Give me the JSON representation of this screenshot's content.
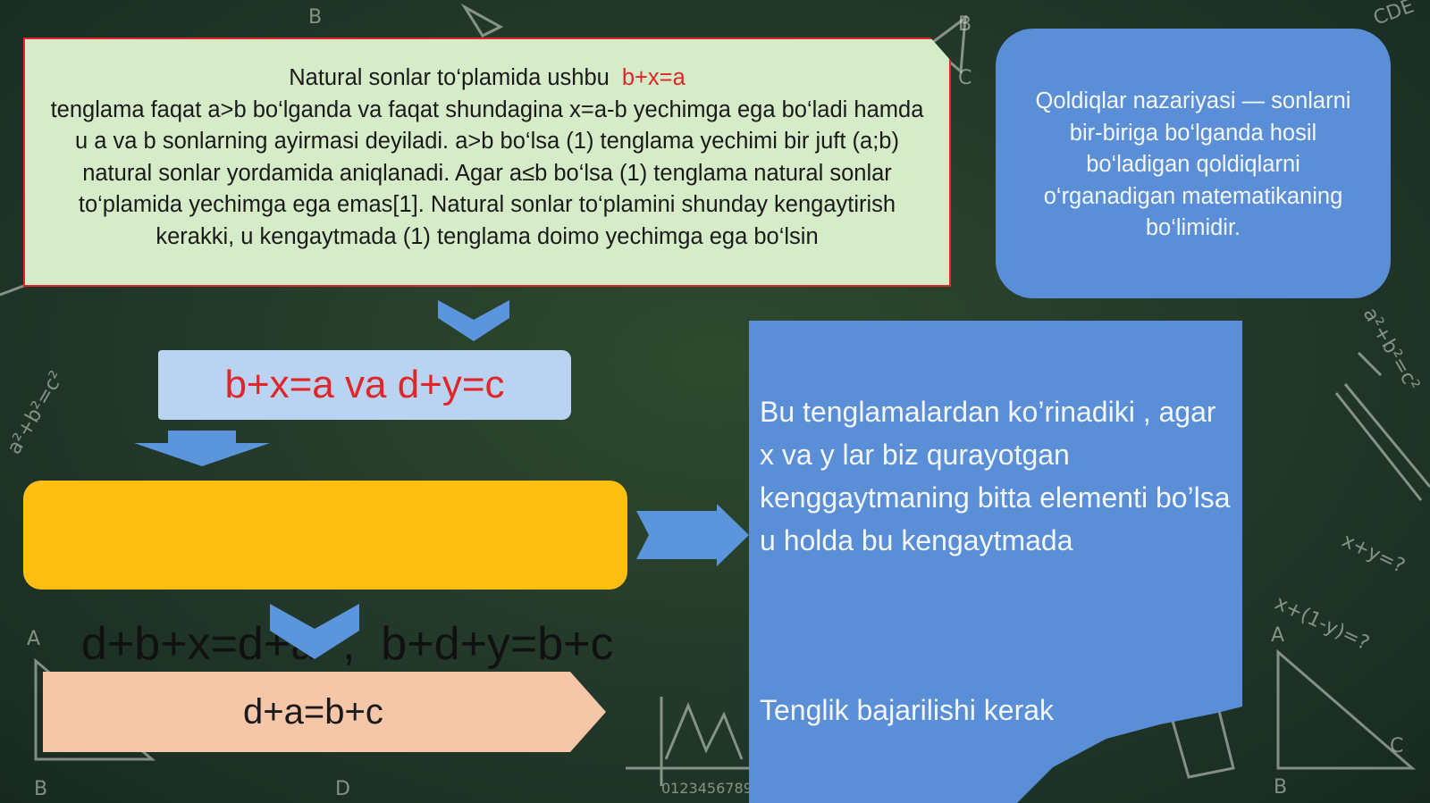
{
  "intro": {
    "line1": "Natural sonlar to‘plamida ushbu",
    "highlight": "b+x=a",
    "body": "tenglama faqat a>b bo‘lganda va faqat shundagina x=a-b yechimga ega bo‘ladi hamda u a va b sonlarning ayirmasi deyiladi. a>b bo‘lsa (1) tenglama yechimi bir juft (a;b) natural sonlar yordamida aniqlanadi. Agar a≤b bo‘lsa (1) tenglama natural sonlar to‘plamida yechimga ega emas[1]. Natural sonlar to‘plamini shunday kengaytirish kerakki, u kengaytmada (1) tenglama doimo yechimga ega bo‘lsin"
  },
  "definition": {
    "text": "Qoldiqlar nazariyasi — sonlarni bir-biriga bo‘lganda hosil bo‘ladigan qoldiqlarni o‘rganadigan matematikaning bo‘limidir."
  },
  "equations": {
    "pair": "b+x=a va d+y=c",
    "sum": "d+b+x=d+a  ,  b+d+y=b+c",
    "result": "d+a=b+c"
  },
  "conclusion": {
    "text": "Bu tenglamalardan ko’rinadiki , agar x va y lar biz qurayotgan kenggaytmaning bitta elementi bo’lsa u holda bu kengaytmada",
    "tail": "Tenglik bajarilishi kerak"
  },
  "colors": {
    "board": "#22382a",
    "intro_fill": "#d6ecc8",
    "accent_red": "#e0262a",
    "blue_box": "#5a8fd8",
    "light_blue": "#b9d3f0",
    "yellow": "#fcbe10",
    "peach": "#f6c6a9",
    "arrow_blue": "#5b95dc"
  }
}
